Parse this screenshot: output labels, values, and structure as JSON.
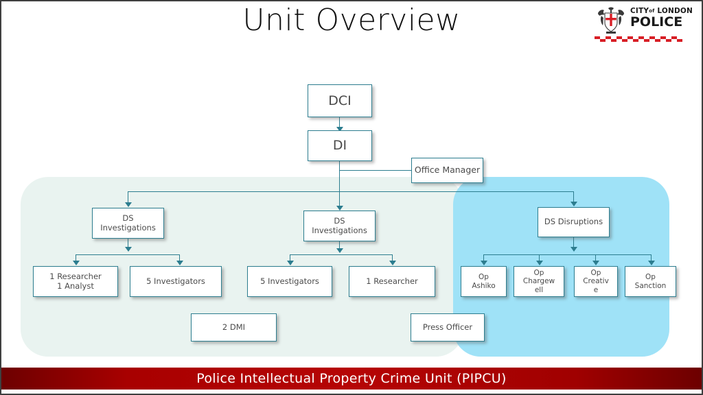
{
  "slide": {
    "title": "Unit Overview",
    "footer_text": "Police Intellectual Property Crime Unit (PIPCU)",
    "colors": {
      "box_border": "#2c7d8f",
      "box_fill": "#ffffff",
      "panel_left_fill": "#e9f3f0",
      "panel_right_fill": "#9fe2f7",
      "footer_red": "#b60505",
      "connector": "#2c7d8f",
      "text": "#4a4a4a"
    }
  },
  "logo": {
    "line1_prefix": "CITY",
    "line1_of": "of",
    "line1_suffix": "LONDON",
    "line2": "POLICE",
    "crest_name": "city-of-london-coat-of-arms"
  },
  "org_chart": {
    "nodes": {
      "dci": "DCI",
      "di": "DI",
      "office_manager": "Office Manager",
      "ds_investigations_1": "DS\nInvestigations",
      "ds_investigations_1_line1": "DS",
      "ds_investigations_1_line2": "Investigations",
      "ds_investigations_2_line1": "DS",
      "ds_investigations_2_line2": "Investigations",
      "ds_disruptions": "DS Disruptions",
      "researcher_analyst_line1": "1 Researcher",
      "researcher_analyst_line2": "1 Analyst",
      "investigators_left": "5 Investigators",
      "investigators_mid": "5 Investigators",
      "researcher_mid": "1 Researcher",
      "op_ashiko_line1": "Op",
      "op_ashiko_line2": "Ashiko",
      "op_chargewell_line1": "Op",
      "op_chargewell_line2": "Chargew",
      "op_chargewell_line3": "ell",
      "op_creative_line1": "Op",
      "op_creative_line2": "Creativ",
      "op_creative_line3": "e",
      "op_sanction_line1": "Op",
      "op_sanction_line2": "Sanction",
      "dmi": "2 DMI",
      "press_officer": "Press Officer"
    }
  }
}
